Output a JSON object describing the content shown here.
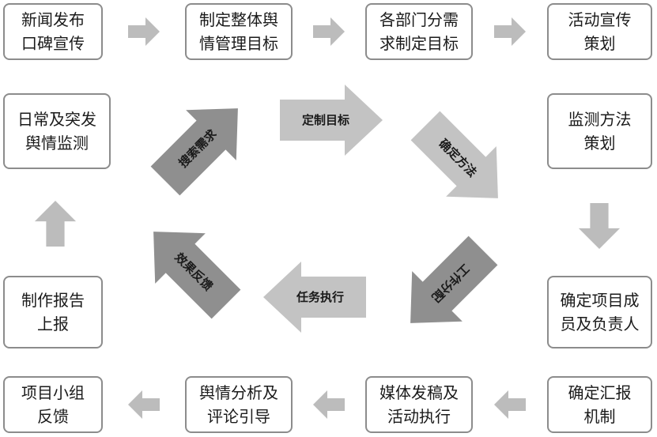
{
  "nodes": [
    {
      "id": "n1",
      "text": "新闻发布\n口碑宣传"
    },
    {
      "id": "n2",
      "text": "制定整体舆\n情管理目标"
    },
    {
      "id": "n3",
      "text": "各部门分需\n求制定目标"
    },
    {
      "id": "n4",
      "text": "活动宣传\n策划"
    },
    {
      "id": "n5",
      "text": "日常及突发\n舆情监测"
    },
    {
      "id": "n6",
      "text": "监测方法\n策划"
    },
    {
      "id": "n7",
      "text": "制作报告\n上报"
    },
    {
      "id": "n8",
      "text": "确定项目成\n员及负责人"
    },
    {
      "id": "n9",
      "text": "项目小组\n反馈"
    },
    {
      "id": "n10",
      "text": "舆情分析及\n评论引导"
    },
    {
      "id": "n11",
      "text": "媒体发稿及\n活动执行"
    },
    {
      "id": "n12",
      "text": "确定汇报\n机制"
    }
  ],
  "cycle": [
    {
      "id": "c1",
      "text": "定制目标"
    },
    {
      "id": "c2",
      "text": "确定方法"
    },
    {
      "id": "c3",
      "text": "工作分配"
    },
    {
      "id": "c4",
      "text": "任务执行"
    },
    {
      "id": "c5",
      "text": "效果反馈"
    },
    {
      "id": "c6",
      "text": "搜索需求"
    }
  ],
  "colors": {
    "box_border": "#8c8c8c",
    "flow_arrow": "#bcbcbc",
    "cycle_light": "#c3c3c3",
    "cycle_dark": "#8f8f8f"
  }
}
